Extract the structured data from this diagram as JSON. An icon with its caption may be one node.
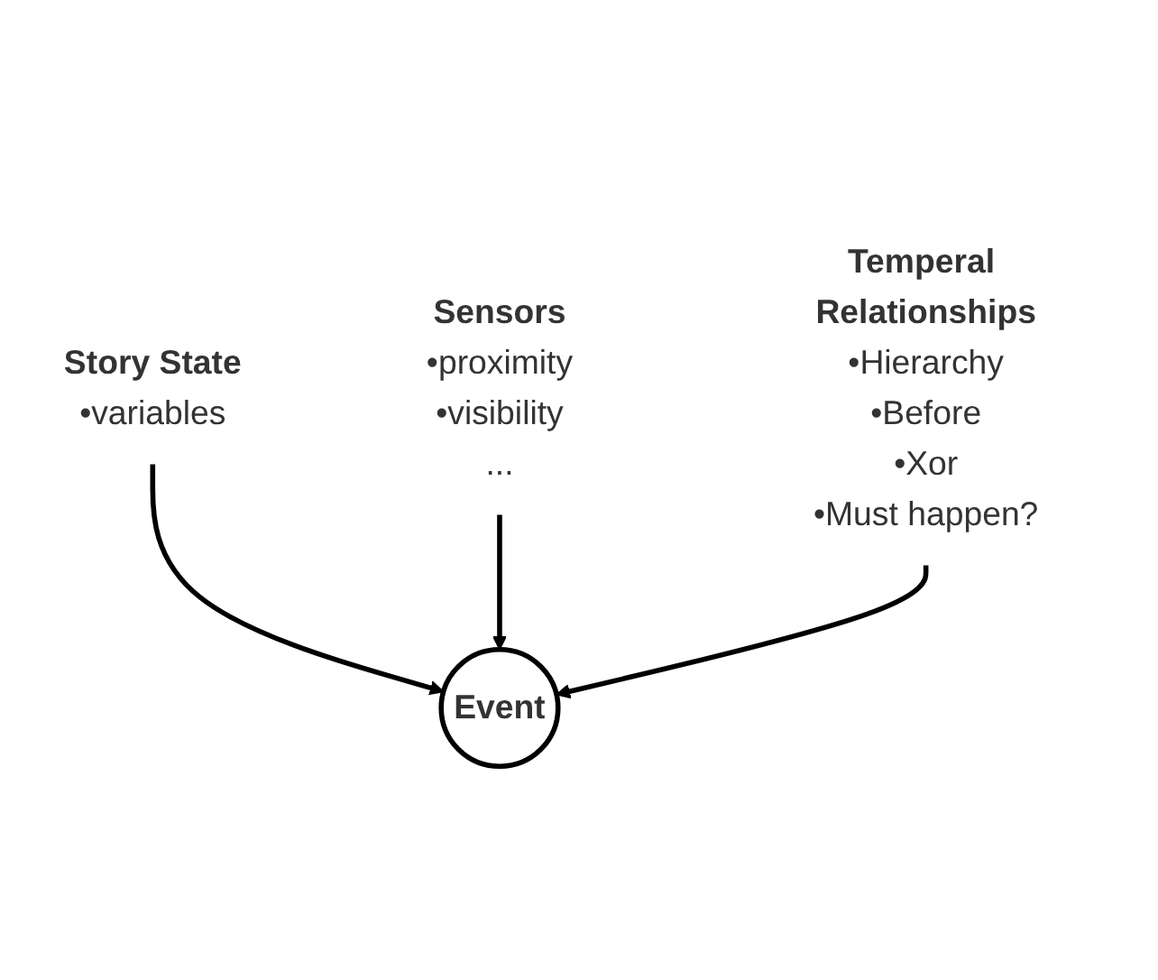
{
  "diagram": {
    "nodes": [
      {
        "text": [
          "Story State",
          "•variables"
        ]
      },
      {
        "text": [
          "Sensors",
          "•proximity",
          "•visibility",
          "..."
        ]
      },
      {
        "text": [
          "Event"
        ]
      },
      {
        "text": [
          "Temperal Relationships",
          "•Hierarchy",
          "•Before",
          "•Xor",
          "•Must happen?"
        ]
      }
    ],
    "edges": [
      {
        "from": 0,
        "to": 2,
        "arrow": "to"
      },
      {
        "from": 1,
        "to": 2,
        "arrow": "to"
      },
      {
        "from": 3,
        "to": 2,
        "arrow": "to"
      }
    ]
  }
}
